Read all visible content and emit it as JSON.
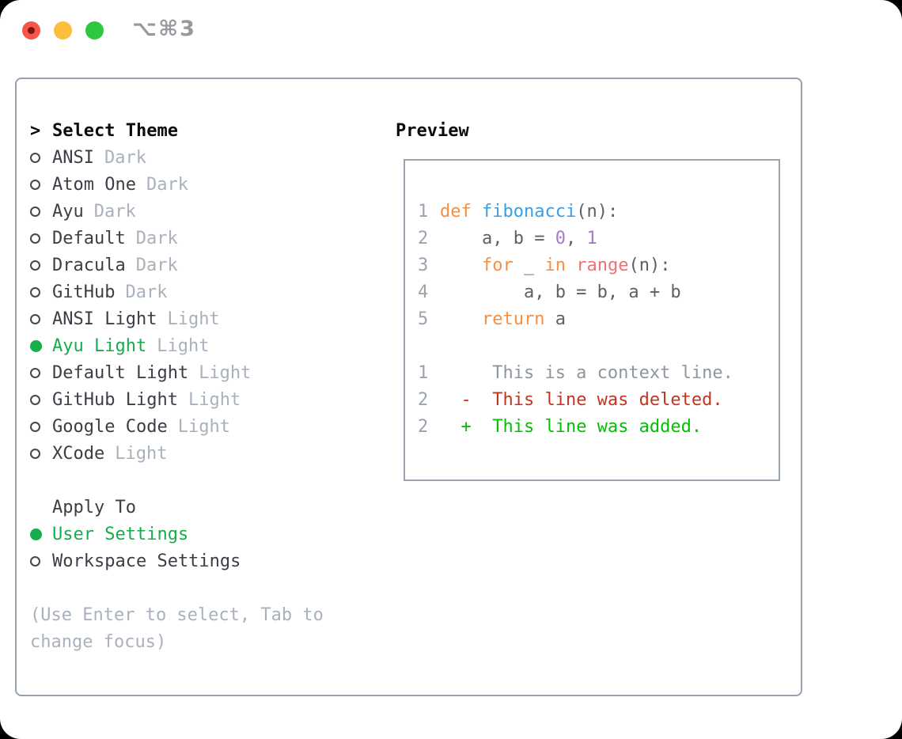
{
  "window": {
    "title": "⌥⌘3"
  },
  "theme_selector": {
    "header": {
      "prompt": ">",
      "label": "Select Theme"
    },
    "items": [
      {
        "name": "ANSI",
        "variant": "Dark",
        "selected": false
      },
      {
        "name": "Atom One",
        "variant": "Dark",
        "selected": false
      },
      {
        "name": "Ayu",
        "variant": "Dark",
        "selected": false
      },
      {
        "name": "Default",
        "variant": "Dark",
        "selected": false
      },
      {
        "name": "Dracula",
        "variant": "Dark",
        "selected": false
      },
      {
        "name": "GitHub",
        "variant": "Dark",
        "selected": false
      },
      {
        "name": "ANSI Light",
        "variant": "Light",
        "selected": false
      },
      {
        "name": "Ayu Light",
        "variant": "Light",
        "selected": true
      },
      {
        "name": "Default Light",
        "variant": "Light",
        "selected": false
      },
      {
        "name": "GitHub Light",
        "variant": "Light",
        "selected": false
      },
      {
        "name": "Google Code",
        "variant": "Light",
        "selected": false
      },
      {
        "name": "XCode",
        "variant": "Light",
        "selected": false
      }
    ]
  },
  "apply_to": {
    "header": "Apply To",
    "options": [
      {
        "label": "User Settings",
        "selected": true
      },
      {
        "label": "Workspace Settings",
        "selected": false
      }
    ]
  },
  "hint_lines": [
    "(Use Enter to select, Tab to",
    "change focus)"
  ],
  "preview": {
    "title": "Preview",
    "lines": [
      {
        "kind": "code",
        "num": "1",
        "tokens": [
          {
            "t": "def ",
            "c": "kw"
          },
          {
            "t": "fibonacci",
            "c": "fn"
          },
          {
            "t": "(n):",
            "c": "fg"
          }
        ]
      },
      {
        "kind": "code",
        "num": "2",
        "tokens": [
          {
            "t": "    a, b = ",
            "c": "fg"
          },
          {
            "t": "0",
            "c": "ct"
          },
          {
            "t": ", ",
            "c": "fg"
          },
          {
            "t": "1",
            "c": "ct"
          }
        ]
      },
      {
        "kind": "code",
        "num": "3",
        "tokens": [
          {
            "t": "    ",
            "c": "fg"
          },
          {
            "t": "for",
            "c": "kw"
          },
          {
            "t": " _ ",
            "c": "fg"
          },
          {
            "t": "in",
            "c": "kw"
          },
          {
            "t": " ",
            "c": "fg"
          },
          {
            "t": "range",
            "c": "rg"
          },
          {
            "t": "(n):",
            "c": "fg"
          }
        ]
      },
      {
        "kind": "code",
        "num": "4",
        "tokens": [
          {
            "t": "        a, b = b, a + b",
            "c": "fg"
          }
        ]
      },
      {
        "kind": "code",
        "num": "5",
        "tokens": [
          {
            "t": "    ",
            "c": "fg"
          },
          {
            "t": "return",
            "c": "kw"
          },
          {
            "t": " a",
            "c": "fg"
          }
        ]
      },
      {
        "kind": "blank",
        "num": "",
        "tokens": []
      },
      {
        "kind": "context",
        "num": "1",
        "tokens": [
          {
            "t": "     This is a context line.",
            "c": "cx"
          }
        ]
      },
      {
        "kind": "deleted",
        "num": "2",
        "tokens": [
          {
            "t": "  ",
            "c": "fg"
          },
          {
            "t": "-  This line was deleted.",
            "c": "del"
          }
        ]
      },
      {
        "kind": "added",
        "num": "2",
        "tokens": [
          {
            "t": "  ",
            "c": "fg"
          },
          {
            "t": "+  This line was added.",
            "c": "add"
          }
        ]
      }
    ]
  },
  "colors": {
    "selected_green": "#16ad4b",
    "added_green": "#00c200",
    "deleted_red": "#c2361f",
    "keyword_orange": "#fa8d3e",
    "function_blue": "#399ee6",
    "range_coral": "#f07171",
    "constant_purple": "#a37acc",
    "muted_gray": "#a9b1bc",
    "border_gray": "#97a1ad"
  }
}
